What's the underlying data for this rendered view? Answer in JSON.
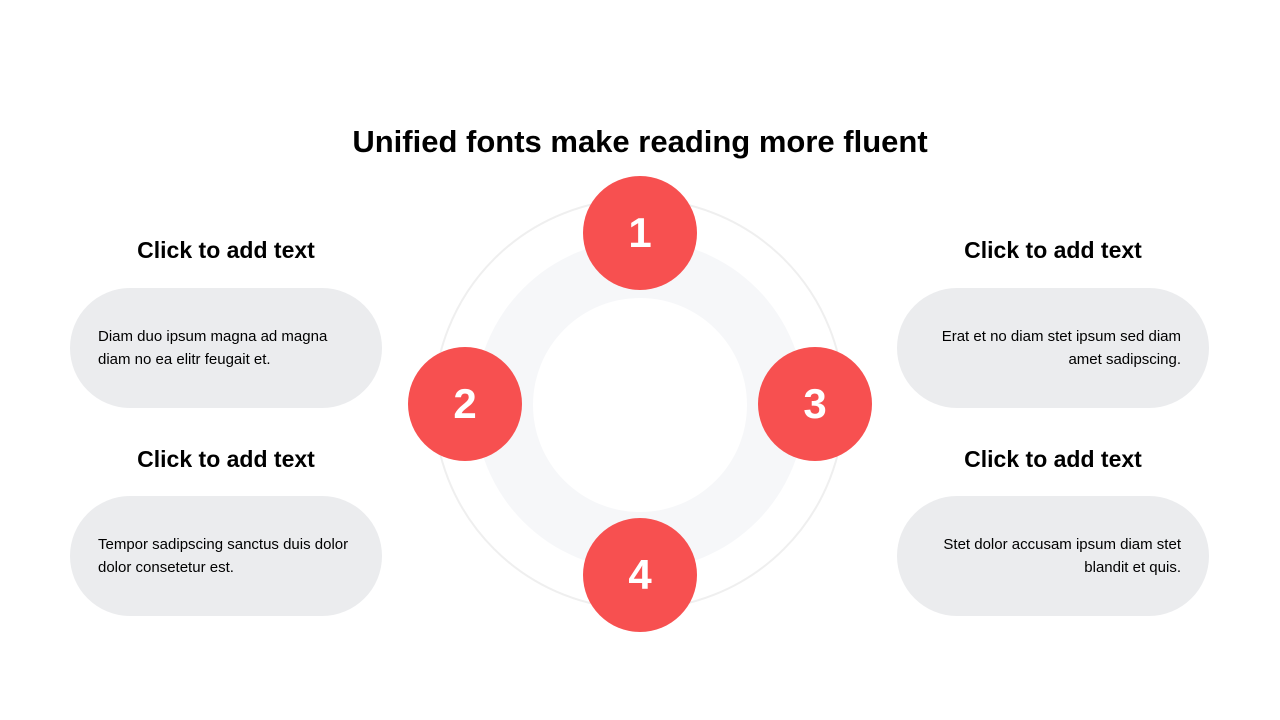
{
  "title": "Unified fonts make reading more fluent",
  "accent_color": "#F75050",
  "steps": [
    "1",
    "2",
    "3",
    "4"
  ],
  "items": [
    {
      "heading": "Click to add text",
      "body": "Diam duo ipsum magna ad magna diam no ea elitr feugait et."
    },
    {
      "heading": "Click to add text",
      "body": "Tempor sadipscing sanctus duis dolor dolor consetetur est."
    },
    {
      "heading": "Click to add text",
      "body": "Erat et no diam stet ipsum sed diam amet sadipscing."
    },
    {
      "heading": "Click to add text",
      "body": "Stet dolor accusam ipsum diam stet blandit et quis."
    }
  ]
}
